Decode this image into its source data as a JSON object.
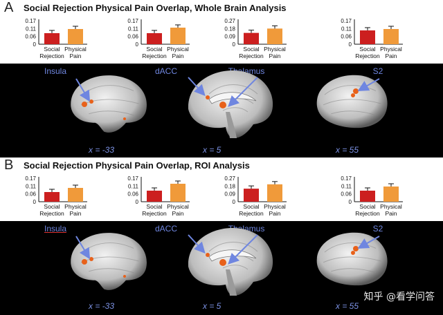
{
  "panels": [
    {
      "letter": "A",
      "title": "Social Rejection Physical Pain Overlap, Whole Brain Analysis",
      "regions": [
        {
          "name": "Insula",
          "coord": "x = -33",
          "underline": false,
          "ticks": [
            "0.17",
            "0.11",
            "0.06",
            "0"
          ],
          "max": 0.17,
          "values": [
            0.08,
            0.11
          ]
        },
        {
          "name": "dACC",
          "coord": "x = 5",
          "underline": false,
          "ticks": [
            "0.17",
            "0.11",
            "0.06",
            "0"
          ],
          "max": 0.17,
          "values": [
            0.08,
            0.12
          ]
        },
        {
          "name": "Thalamus",
          "coord": "x = 5",
          "underline": false,
          "ticks": [
            "0.27",
            "0.18",
            "0.09",
            "0"
          ],
          "max": 0.27,
          "values": [
            0.13,
            0.18
          ]
        },
        {
          "name": "S2",
          "coord": "x = 55",
          "underline": false,
          "ticks": [
            "0.17",
            "0.11",
            "0.06",
            "0"
          ],
          "max": 0.17,
          "values": [
            0.1,
            0.11
          ]
        }
      ]
    },
    {
      "letter": "B",
      "title": "Social Rejection Physical Pain Overlap, ROI Analysis",
      "regions": [
        {
          "name": "Insula",
          "coord": "x = -33",
          "underline": true,
          "ticks": [
            "0.17",
            "0.11",
            "0.06",
            "0"
          ],
          "max": 0.17,
          "values": [
            0.07,
            0.1
          ]
        },
        {
          "name": "dACC",
          "coord": "x = 5",
          "underline": false,
          "ticks": [
            "0.17",
            "0.11",
            "0.06",
            "0"
          ],
          "max": 0.17,
          "values": [
            0.08,
            0.13
          ]
        },
        {
          "name": "Thalamus",
          "coord": "x = 5",
          "underline": false,
          "ticks": [
            "0.27",
            "0.18",
            "0.09",
            "0"
          ],
          "max": 0.27,
          "values": [
            0.15,
            0.2
          ]
        },
        {
          "name": "S2",
          "coord": "x = 55",
          "underline": false,
          "ticks": [
            "0.17",
            "0.11",
            "0.06",
            "0"
          ],
          "max": 0.17,
          "values": [
            0.08,
            0.11
          ]
        }
      ]
    }
  ],
  "bar_labels": [
    [
      "Social",
      "Rejection"
    ],
    [
      "Physical",
      "Pain"
    ]
  ],
  "colors": {
    "social": "#cc1f1f",
    "physical": "#f09a3a",
    "label": "#6f86e0",
    "activation": "#e8611a"
  },
  "watermark": "知乎 @看学问答",
  "chart_data": [
    {
      "type": "bar",
      "title": "Insula (Whole Brain)",
      "categories": [
        "Social Rejection",
        "Physical Pain"
      ],
      "values": [
        0.08,
        0.11
      ],
      "ylim": [
        0,
        0.17
      ]
    },
    {
      "type": "bar",
      "title": "dACC (Whole Brain)",
      "categories": [
        "Social Rejection",
        "Physical Pain"
      ],
      "values": [
        0.08,
        0.12
      ],
      "ylim": [
        0,
        0.17
      ]
    },
    {
      "type": "bar",
      "title": "Thalamus (Whole Brain)",
      "categories": [
        "Social Rejection",
        "Physical Pain"
      ],
      "values": [
        0.13,
        0.18
      ],
      "ylim": [
        0,
        0.27
      ]
    },
    {
      "type": "bar",
      "title": "S2 (Whole Brain)",
      "categories": [
        "Social Rejection",
        "Physical Pain"
      ],
      "values": [
        0.1,
        0.11
      ],
      "ylim": [
        0,
        0.17
      ]
    },
    {
      "type": "bar",
      "title": "Insula (ROI)",
      "categories": [
        "Social Rejection",
        "Physical Pain"
      ],
      "values": [
        0.07,
        0.1
      ],
      "ylim": [
        0,
        0.17
      ]
    },
    {
      "type": "bar",
      "title": "dACC (ROI)",
      "categories": [
        "Social Rejection",
        "Physical Pain"
      ],
      "values": [
        0.08,
        0.13
      ],
      "ylim": [
        0,
        0.17
      ]
    },
    {
      "type": "bar",
      "title": "Thalamus (ROI)",
      "categories": [
        "Social Rejection",
        "Physical Pain"
      ],
      "values": [
        0.15,
        0.2
      ],
      "ylim": [
        0,
        0.27
      ]
    },
    {
      "type": "bar",
      "title": "S2 (ROI)",
      "categories": [
        "Social Rejection",
        "Physical Pain"
      ],
      "values": [
        0.08,
        0.11
      ],
      "ylim": [
        0,
        0.17
      ]
    }
  ]
}
